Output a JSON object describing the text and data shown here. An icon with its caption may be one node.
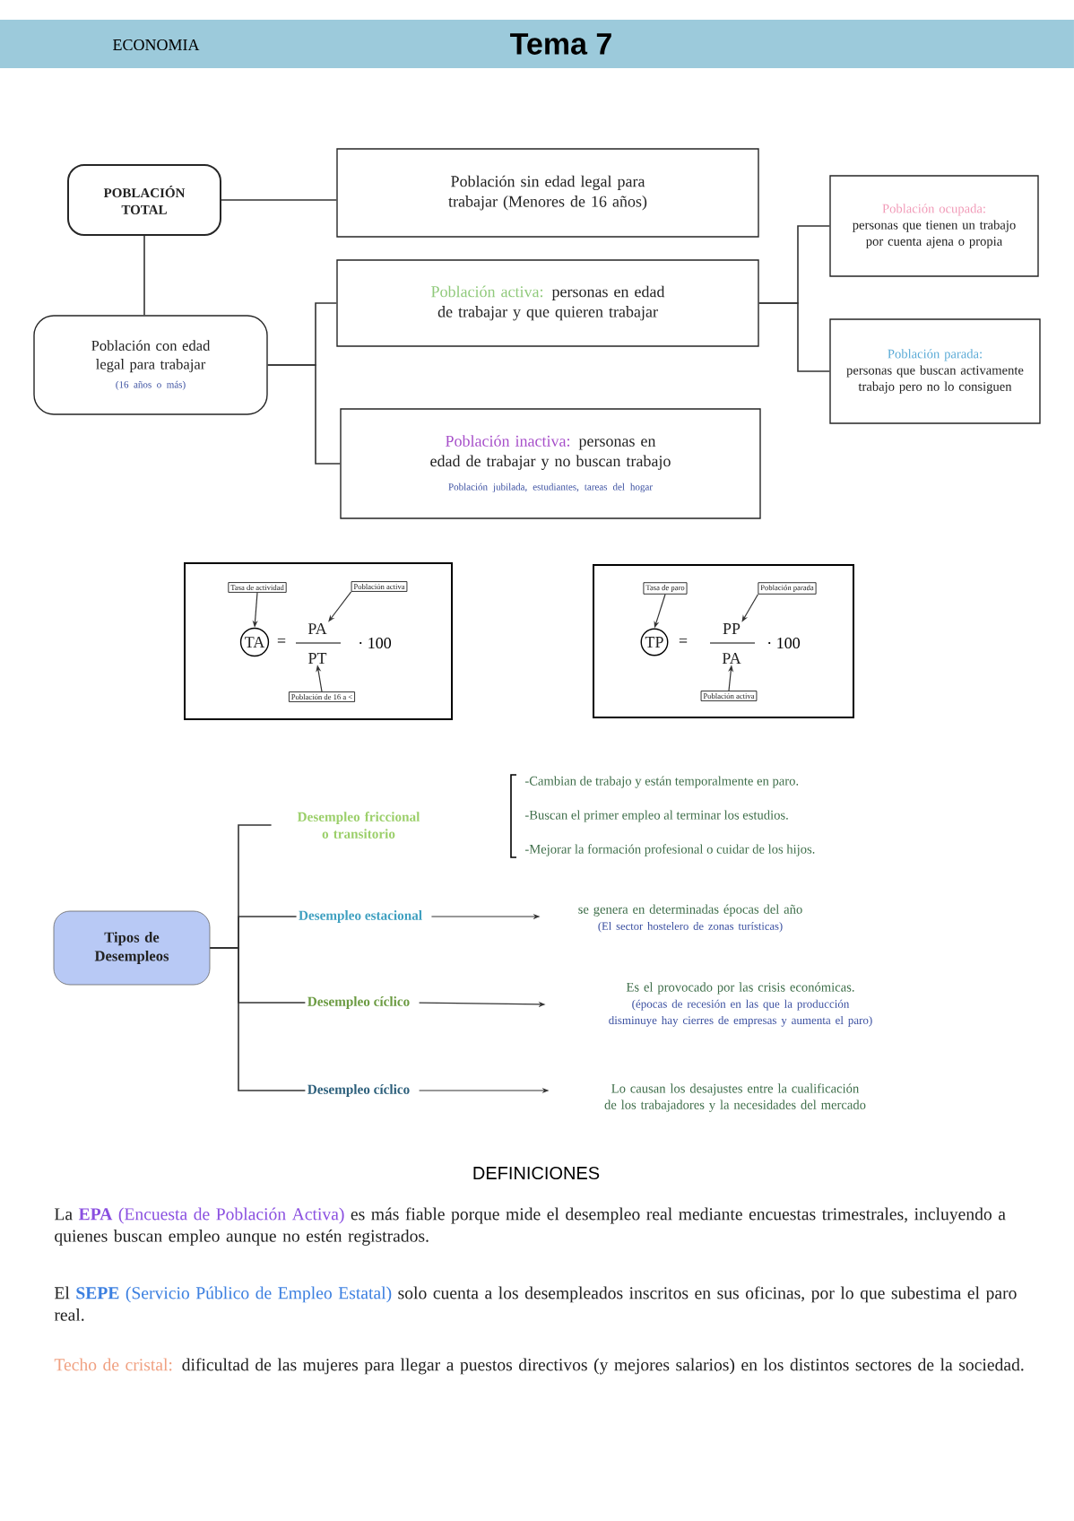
{
  "diagram": {
    "title": "Tema 7",
    "nodes": [
      {
        "text": [
          "POBLACIÓN TOTAL"
        ]
      },
      {
        "text": [
          "Población sin edad legal para trabajar (Menores de 16 años)"
        ]
      },
      {
        "text": [
          "Población con edad legal para trabajar",
          "(16 años o más)"
        ]
      },
      {
        "text": [
          "Población activa:",
          "personas en edad de trabajar y que quieren trabajar"
        ]
      },
      {
        "text": [
          "Población inactiva:",
          "personas en edad de trabajar y no buscan trabajo",
          "Población jubilada, estudiantes, tareas del hogar"
        ]
      },
      {
        "text": [
          "Población ocupada:",
          "personas que tienen un trabajo por cuenta ajena o propia"
        ]
      },
      {
        "text": [
          "Población parada:",
          "personas que buscan activamente trabajo pero no lo consiguen"
        ]
      },
      {
        "text": [],
        "shape": "box"
      },
      {
        "text": [
          "Tasa de actividad"
        ],
        "in": 7
      },
      {
        "text": [
          "Población activa"
        ],
        "in": 7
      },
      {
        "text": [
          "Población de 16 a <"
        ],
        "in": 7
      },
      {
        "text": [
          "TA"
        ],
        "in": 7
      },
      {
        "text": [
          "PA"
        ],
        "in": 7
      },
      {
        "text": [
          "PT"
        ],
        "in": 7
      },
      {
        "text": [],
        "shape": "box"
      },
      {
        "text": [
          "Tasa de paro"
        ],
        "in": 14
      },
      {
        "text": [
          "Población parada"
        ],
        "in": 14
      },
      {
        "text": [
          "Población activa"
        ],
        "in": 14
      },
      {
        "text": [
          "TP"
        ],
        "in": 14
      },
      {
        "text": [
          "PP"
        ],
        "in": 14
      },
      {
        "text": [
          "PA"
        ],
        "in": 14
      },
      {
        "text": [
          "Tipos de Desempleos"
        ]
      },
      {
        "text": [
          "Desempleo friccional o transitorio"
        ]
      },
      {
        "text": [
          "Desempleo estacional"
        ]
      },
      {
        "text": [
          "Desempleo cíclico"
        ]
      },
      {
        "text": [
          "Desempleo cíclico"
        ]
      },
      {
        "text": [
          "se genera en determinadas épocas del año",
          "(El sector hostelero de zonas turísticas)"
        ]
      },
      {
        "text": [
          "Es el provocado por las crisis económicas.",
          "(épocas de recesión en las que la producción disminuye hay cierres de empresas y aumenta el paro)"
        ]
      },
      {
        "text": [
          "Lo causan los desajustes entre la cualificación de los trabajadores y la necesidades del mercado"
        ]
      }
    ],
    "edges": [
      {
        "from": 0,
        "to": 1,
        "arrow": "none"
      },
      {
        "from": 0,
        "to": 2,
        "arrow": "none"
      },
      {
        "from": 2,
        "to": 3,
        "arrow": "none"
      },
      {
        "from": 2,
        "to": 4,
        "arrow": "none"
      },
      {
        "from": 3,
        "to": 5,
        "arrow": "none"
      },
      {
        "from": 3,
        "to": 6,
        "arrow": "none"
      },
      {
        "from": 8,
        "to": 11,
        "arrow": "to"
      },
      {
        "from": 9,
        "to": 12,
        "arrow": "to"
      },
      {
        "from": 10,
        "to": 13,
        "arrow": "to"
      },
      {
        "from": 15,
        "to": 18,
        "arrow": "to"
      },
      {
        "from": 16,
        "to": 19,
        "arrow": "to"
      },
      {
        "from": 17,
        "to": 20,
        "arrow": "to"
      },
      {
        "from": 21,
        "to": 22,
        "arrow": "none"
      },
      {
        "from": 21,
        "to": 23,
        "arrow": "none"
      },
      {
        "from": 21,
        "to": 24,
        "arrow": "none"
      },
      {
        "from": 21,
        "to": 25,
        "arrow": "none"
      },
      {
        "from": 23,
        "to": 26,
        "arrow": "to"
      },
      {
        "from": 24,
        "to": 27,
        "arrow": "to"
      },
      {
        "from": 25,
        "to": 28,
        "arrow": "to"
      }
    ],
    "labels": [
      "ECONOMIA",
      "=",
      "· 100",
      "=",
      "· 100",
      "-Cambian de trabajo y están temporalmente en paro.",
      "-Buscan el primer empleo al terminar los estudios.",
      "-Mejorar la formación profesional o cuidar de los hijos.",
      "DEFINICIONES",
      "La",
      "**EPA** (Encuesta de Población Activa)",
      "es más fiable porque mide el desempleo real mediante encuestas trimestrales, incluyendo a quienes buscan empleo aunque no estén registrados.",
      "El",
      "**SEPE** (Servicio Público de Empleo Estatal)",
      "solo cuenta a los desempleados inscritos en sus oficinas, por lo que subestima el paro real.",
      "Techo de cristal:",
      "dificultad de las mujeres para llegar a puestos directivos (y mejores salarios) en los distintos sectores de la sociedad."
    ]
  }
}
